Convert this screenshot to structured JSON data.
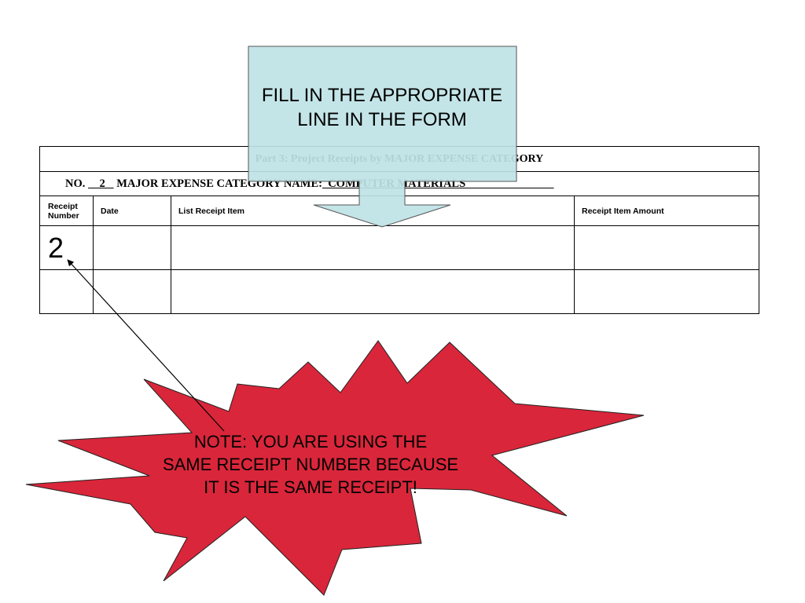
{
  "form": {
    "part_title": "Part 3:  Project Receipts by MAJOR EXPENSE CATEGORY",
    "no_label": "NO.",
    "no_value": "    2   ",
    "category_label": "MAJOR EXPENSE CATEGORY NAME:",
    "category_value": "  COMPUTER MATERIALS                               ",
    "columns": [
      "Receipt Number",
      "Date",
      "List Receipt Item",
      "Receipt Item Amount"
    ],
    "rows": [
      {
        "receipt_number": "2",
        "date": "",
        "item": "",
        "amount": ""
      },
      {
        "receipt_number": "",
        "date": "",
        "item": "",
        "amount": ""
      }
    ]
  },
  "callout": {
    "text_line1": "FILL IN THE APPROPRIATE",
    "text_line2": "LINE IN THE FORM",
    "fill_color": "#bfe3e6"
  },
  "note": {
    "text_line1": "NOTE: YOU ARE USING THE",
    "text_line2": "SAME RECEIPT NUMBER BECAUSE",
    "text_line3": "IT IS THE SAME RECEIPT!",
    "fill_color": "#d9263a"
  }
}
